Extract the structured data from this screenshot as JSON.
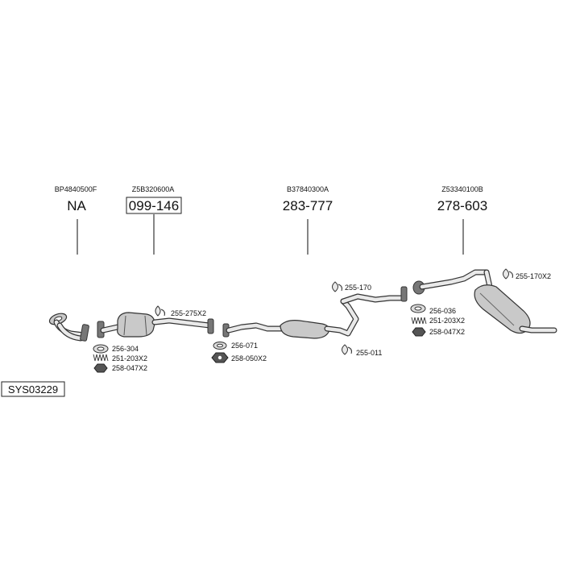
{
  "system_code": "SYS03229",
  "sections": [
    {
      "oe": "BP4840500F",
      "part": "NA",
      "boxed": false
    },
    {
      "oe": "Z5B320600A",
      "part": "099-146",
      "boxed": true
    },
    {
      "oe": "B37840300A",
      "part": "283-777",
      "boxed": false
    },
    {
      "oe": "Z53340100B",
      "part": "278-603",
      "boxed": false
    }
  ],
  "fittings": {
    "f1": "256-304",
    "f2": "251-203X2",
    "f3": "258-047X2",
    "f4": "255-275X2",
    "f5": "256-071",
    "f6": "258-050X2",
    "f7": "255-170",
    "f8": "255-011",
    "f9": "256-036",
    "f10": "251-203X2",
    "f11": "258-047X2",
    "f12": "255-170X2"
  }
}
